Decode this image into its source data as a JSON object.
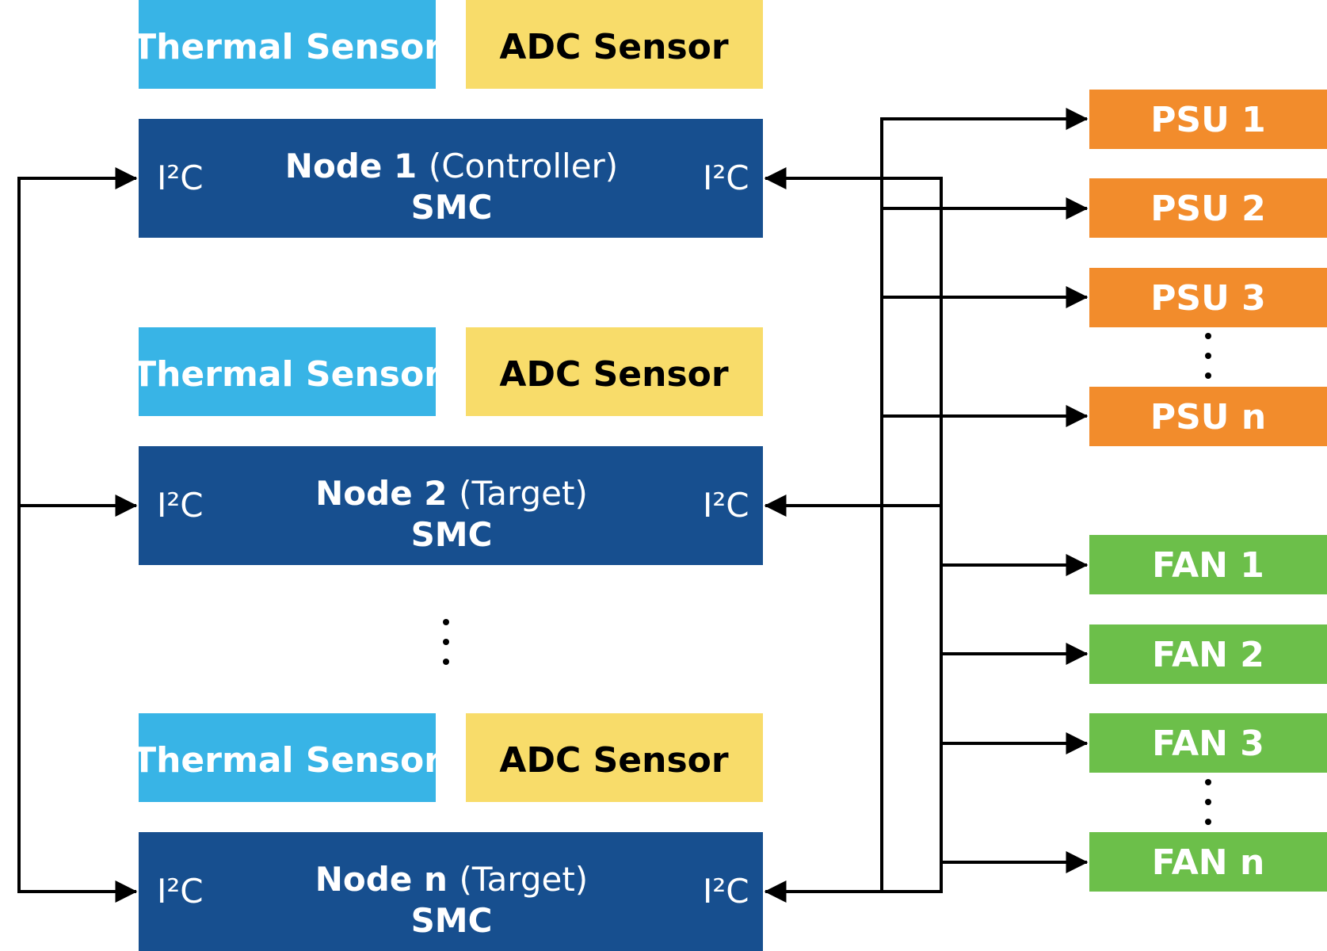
{
  "colors": {
    "thermal": "#38b4e6",
    "adc": "#f8dc6a",
    "node": "#174f8f",
    "psu": "#f28c2c",
    "fan": "#6cbf4a",
    "line": "#000000"
  },
  "sensors": {
    "thermal_label": "Thermal Sensor",
    "adc_label": "ADC Sensor"
  },
  "nodes": [
    {
      "name": "Node 1",
      "role": "(Controller)",
      "sub": "SMC",
      "port_left": "I²C",
      "port_right": "I²C"
    },
    {
      "name": "Node 2",
      "role": "(Target)",
      "sub": "SMC",
      "port_left": "I²C",
      "port_right": "I²C"
    },
    {
      "name": "Node n",
      "role": "(Target)",
      "sub": "SMC",
      "port_left": "I²C",
      "port_right": "I²C"
    }
  ],
  "psus": [
    "PSU 1",
    "PSU 2",
    "PSU 3",
    "PSU n"
  ],
  "fans": [
    "FAN 1",
    "FAN 2",
    "FAN 3",
    "FAN n"
  ],
  "ellipsis": "⋮"
}
